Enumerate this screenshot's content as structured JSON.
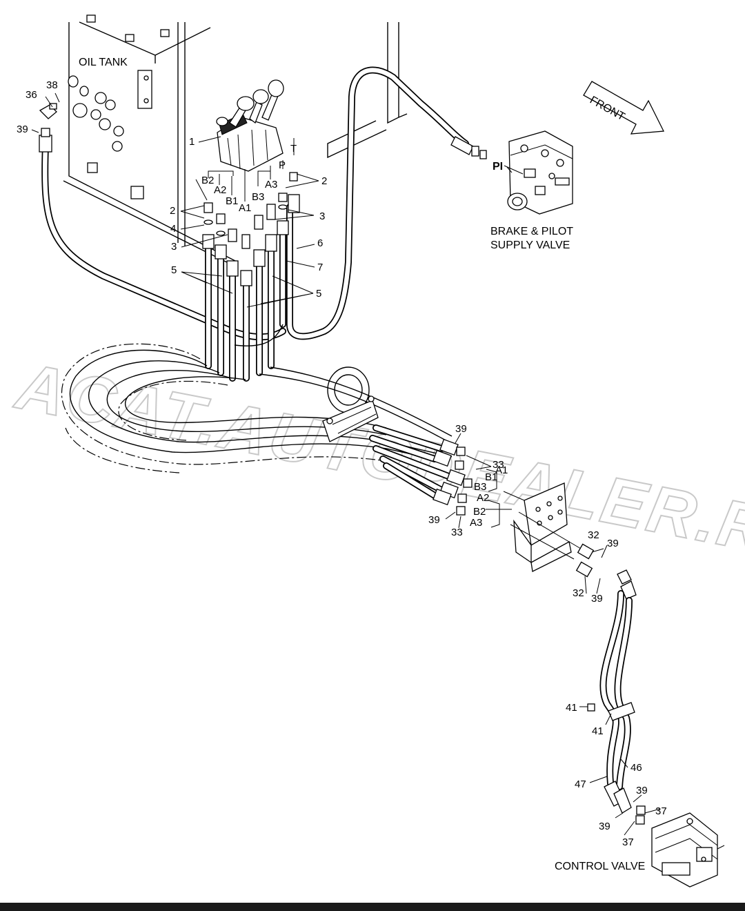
{
  "labels": {
    "oil_tank": "OIL TANK",
    "front": "FRONT",
    "brake_valve_line1": "BRAKE & PILOT",
    "brake_valve_line2": "SUPPLY VALVE",
    "control_valve": "CONTROL VALVE",
    "pi": "PI"
  },
  "watermark": "ACAT.AUTODEALER.RU",
  "callouts": {
    "n1": "1",
    "n2a": "2",
    "n2b": "2",
    "n3a": "3",
    "n3b": "3",
    "n4": "4",
    "n5a": "5",
    "n5b": "5",
    "n6": "6",
    "n7": "7",
    "n32a": "32",
    "n32b": "32",
    "n33a": "33",
    "n33b": "33",
    "n36": "36",
    "n37a": "37",
    "n37b": "37",
    "n38": "38",
    "n39a": "39",
    "n39b": "39",
    "n39c": "39",
    "n39d": "39",
    "n39e": "39",
    "n39f": "39",
    "n39g": "39",
    "n41a": "41",
    "n41b": "41",
    "n46": "46",
    "n47": "47"
  },
  "ports_top": {
    "B2": "B2",
    "A2": "A2",
    "B1": "B1",
    "A1": "A1",
    "B3": "B3",
    "A3": "A3",
    "P": "P",
    "T": "T"
  },
  "ports_bracket": {
    "A1": "A1",
    "B1": "B1",
    "B3": "B3",
    "A2": "A2",
    "B2": "B2",
    "A3": "A3"
  },
  "colors": {
    "ink": "#000000",
    "watermark": "#c9c9c9",
    "footer": "#1a1a1a"
  }
}
